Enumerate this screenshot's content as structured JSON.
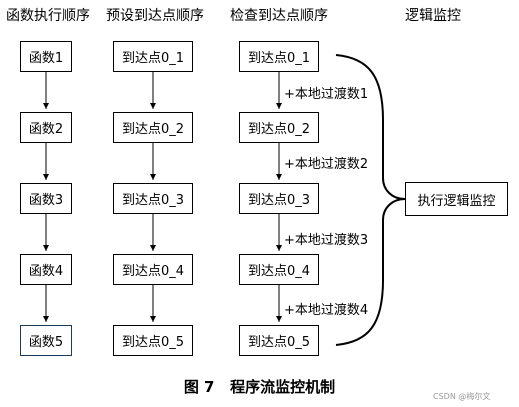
{
  "headers": {
    "col1": "函数执行顺序",
    "col2": "预设到达点顺序",
    "col3": "检查到达点顺序",
    "col4": "逻辑监控"
  },
  "functions": [
    "函数1",
    "函数2",
    "函数3",
    "函数4",
    "函数5"
  ],
  "preset_points": [
    "到达点0_1",
    "到达点0_2",
    "到达点0_3",
    "到达点0_4",
    "到达点0_5"
  ],
  "check_points": [
    "到达点0_1",
    "到达点0_2",
    "到达点0_3",
    "到达点0_4",
    "到达点0_5"
  ],
  "transition_labels": [
    "+本地过渡数1",
    "+本地过渡数2",
    "+本地过渡数3",
    "+本地过渡数4"
  ],
  "monitor_box": "执行逻辑监控",
  "caption": "图 7   程序流监控机制",
  "watermark": "CSDN @梅尔文",
  "colors": {
    "line": "#000000",
    "box5_border": "#1f3a54"
  }
}
